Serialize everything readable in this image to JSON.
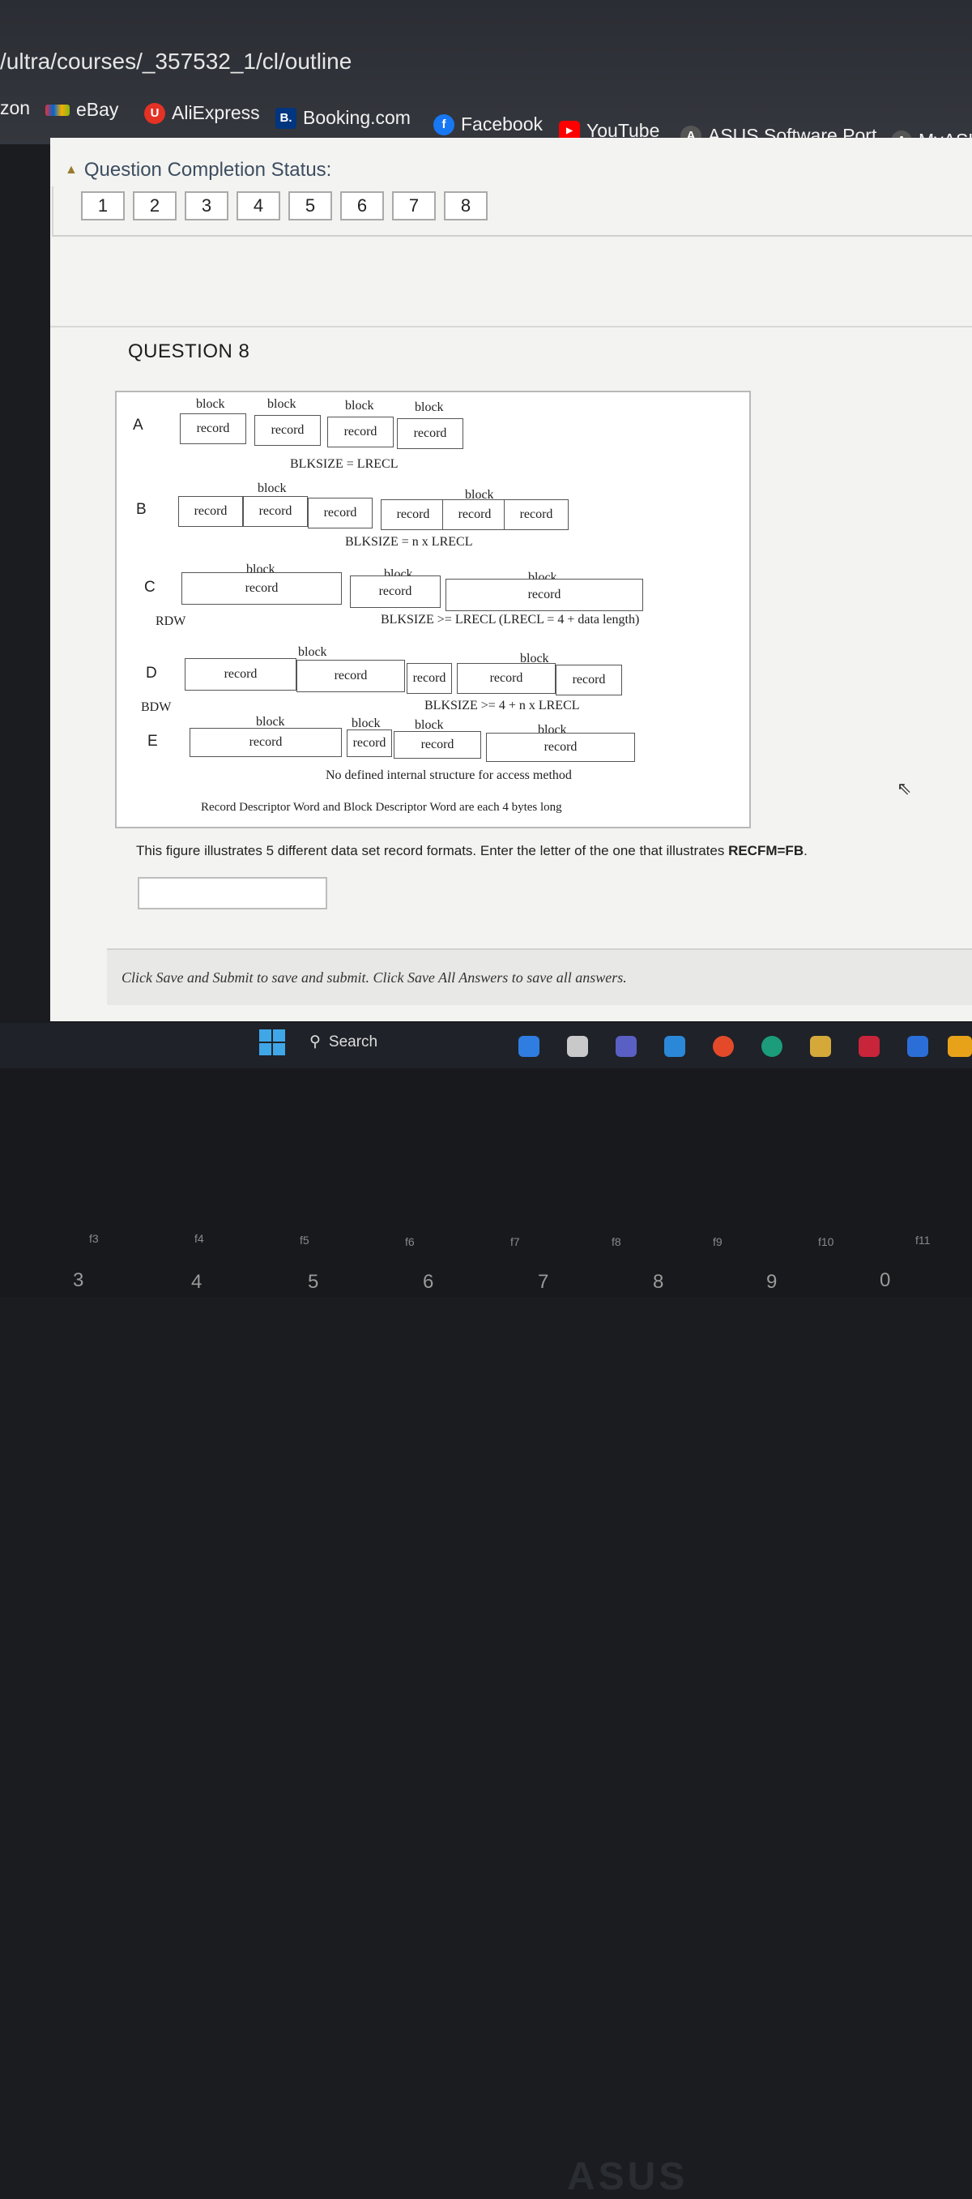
{
  "browser": {
    "url": "/ultra/courses/_357532_1/cl/outline",
    "bookmarks": [
      {
        "label": "zon",
        "icon": ""
      },
      {
        "label": "eBay",
        "icon": "ebay-icon",
        "color": "#e53238"
      },
      {
        "label": "AliExpress",
        "icon": "aliexpress-icon",
        "color": "#e43225"
      },
      {
        "label": "Booking.com",
        "icon": "booking-icon",
        "color": "#003580"
      },
      {
        "label": "Facebook",
        "icon": "facebook-icon",
        "color": "#1877f2"
      },
      {
        "label": "YouTube",
        "icon": "youtube-icon",
        "color": "#ff0000"
      },
      {
        "label": "ASUS Software Port...",
        "icon": "asus-icon",
        "color": "#444"
      },
      {
        "label": "MyASU",
        "icon": "asus-icon",
        "color": "#444"
      }
    ]
  },
  "status": {
    "title": "Question Completion Status:",
    "numbers": [
      "1",
      "2",
      "3",
      "4",
      "5",
      "6",
      "7",
      "8"
    ]
  },
  "question": {
    "title": "QUESTION 8",
    "prompt_prefix": "This figure illustrates 5 different data set record formats. Enter the letter of the one that illustrates ",
    "prompt_bold": "RECFM=FB",
    "prompt_suffix": "."
  },
  "figure": {
    "row_labels": [
      "A",
      "B",
      "C",
      "D",
      "E"
    ],
    "word_block": "block",
    "word_record": "record",
    "rdw": "RDW",
    "bdw": "BDW",
    "caption_a": "BLKSIZE = LRECL",
    "caption_b": "BLKSIZE = n x LRECL",
    "caption_c": "BLKSIZE >= LRECL (LRECL = 4 + data length)",
    "caption_d": "BLKSIZE >= 4 + n x LRECL",
    "caption_e": "No defined internal structure for access method",
    "footnote": "Record Descriptor Word and Block Descriptor Word are each 4 bytes long"
  },
  "footer": {
    "instructions": "Click Save and Submit to save and submit. Click Save All Answers to save all answers."
  },
  "taskbar": {
    "search": "Search"
  },
  "laptop": {
    "brand": "ASUS",
    "keys": [
      "3",
      "4",
      "5",
      "6",
      "7",
      "8",
      "9",
      "0"
    ],
    "fkeys": [
      "f3",
      "f4",
      "f5",
      "f6",
      "f7",
      "f8",
      "f9",
      "f10",
      "f11"
    ]
  }
}
